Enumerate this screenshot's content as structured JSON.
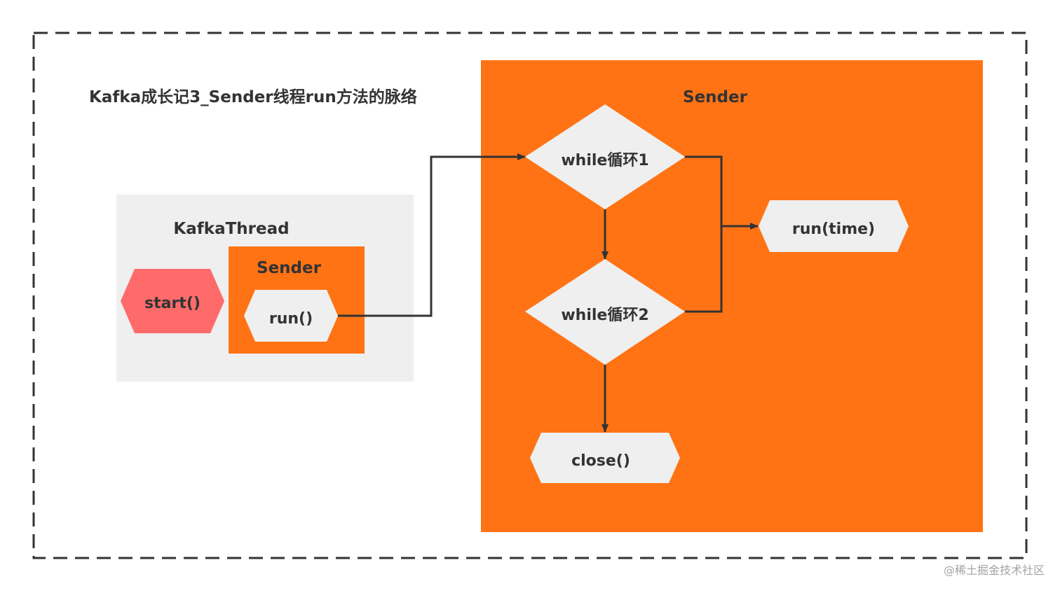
{
  "title": "Kafka成长记3_Sender线程run方法的脉络",
  "kafka_thread": {
    "label": "KafkaThread",
    "start": "start()",
    "sender_label": "Sender",
    "run": "run()"
  },
  "sender": {
    "label": "Sender",
    "loop1": "while循环1",
    "loop2": "while循环2",
    "run_time": "run(time)",
    "close": "close()"
  },
  "watermark": "@稀土掘金技术社区",
  "colors": {
    "orange": "#FF7315",
    "gray_box": "#EFEFEF",
    "node_fill": "#EFEFEF",
    "start_fill": "#FF6B6B",
    "line": "#333333",
    "border": "#333333"
  }
}
